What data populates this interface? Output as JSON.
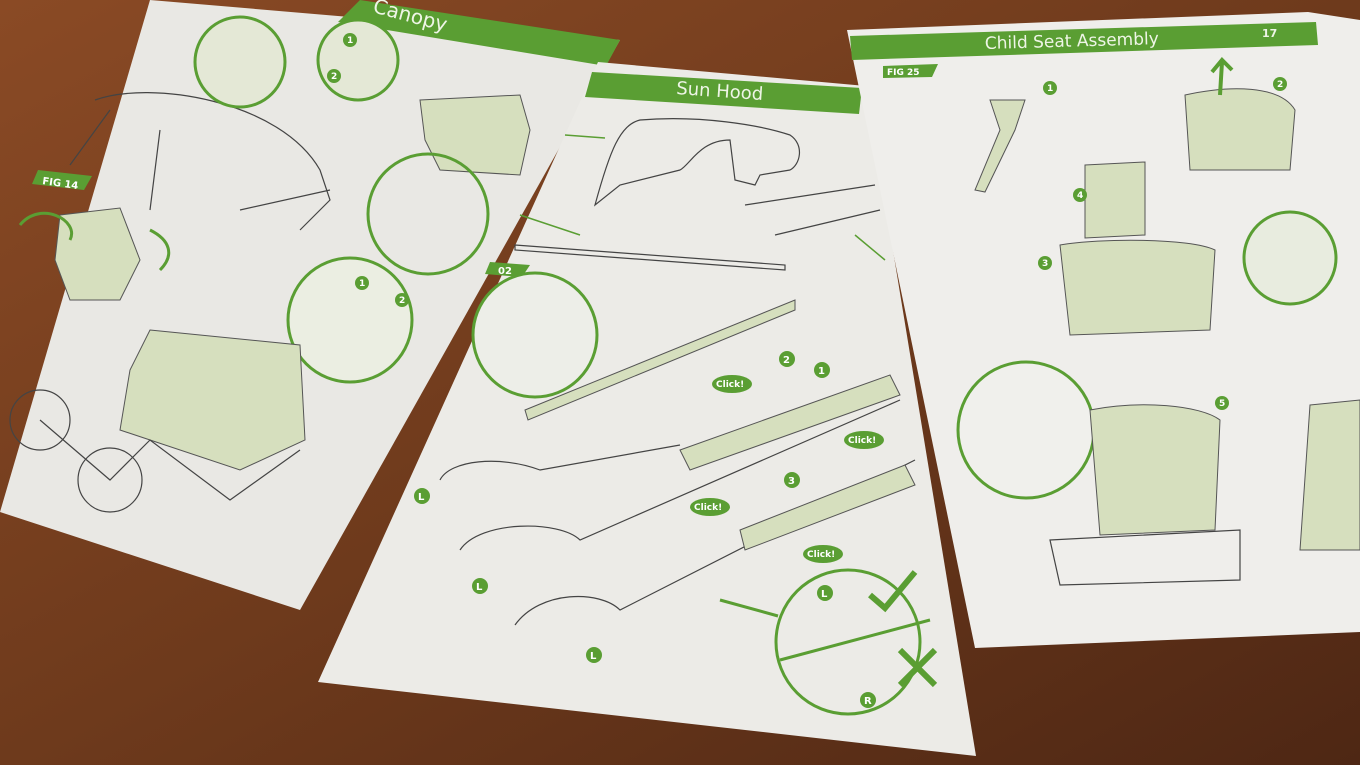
{
  "colors": {
    "accent_green": "#5a9e33",
    "paper": "#ecebe7",
    "table_wood": "#7a4122",
    "part_fill": "#d6dfbe"
  },
  "pages": {
    "left": {
      "title": "Canopy",
      "figure": "FIG 14",
      "steps": [
        "1",
        "2",
        "1",
        "2"
      ]
    },
    "middle": {
      "title": "Sun Hood",
      "figure": "02",
      "steps": [
        "1",
        "2",
        "3"
      ],
      "click_labels": [
        "Click!",
        "Click!",
        "Click!",
        "Click!"
      ],
      "side_labels": [
        "L",
        "L",
        "L",
        "L",
        "R"
      ],
      "check_icon": "checkmark-icon",
      "cross_icon": "cross-icon"
    },
    "right": {
      "title": "Child Seat Assembly",
      "page_number": "17",
      "figure": "FIG 25",
      "steps": [
        "1",
        "2",
        "3",
        "4",
        "5"
      ]
    }
  }
}
